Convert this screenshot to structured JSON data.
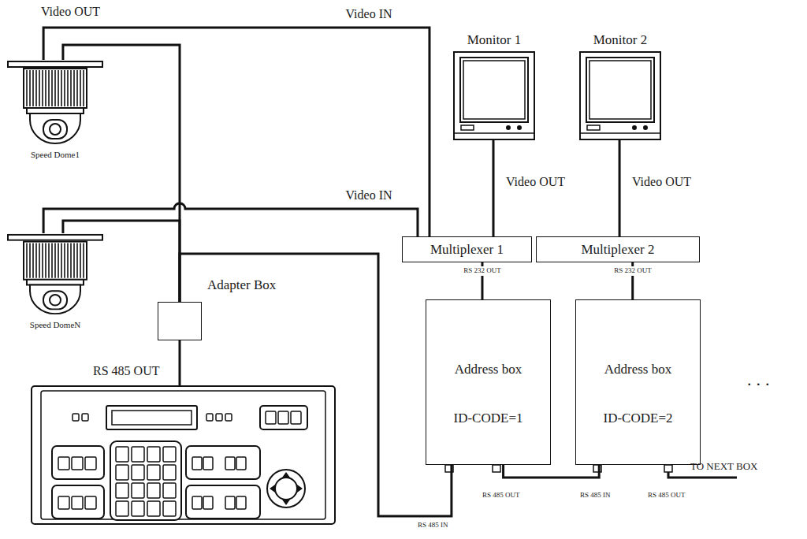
{
  "diagram": {
    "nodes": [
      {
        "text": [
          "Speed Dome1"
        ]
      },
      {
        "text": [
          "Speed DomeN"
        ]
      },
      {
        "text": [
          "Monitor 1"
        ]
      },
      {
        "text": [
          "Monitor 2"
        ]
      },
      {
        "text": [
          "Multiplexer 1"
        ]
      },
      {
        "text": [
          "Multiplexer 2"
        ]
      },
      {
        "text": [
          "Address box",
          "ID-CODE=1"
        ]
      },
      {
        "text": [
          "Address box",
          "ID-CODE=2"
        ]
      },
      {
        "text": [
          "Adapter Box"
        ]
      }
    ],
    "edges": [
      {
        "from": 8,
        "to": 0,
        "arrow": "none"
      },
      {
        "from": 8,
        "to": 1,
        "arrow": "none"
      },
      {
        "from": 0,
        "to": 4,
        "label": "Video IN",
        "arrow": "none"
      },
      {
        "from": 1,
        "to": 4,
        "label": "Video IN",
        "arrow": "none"
      },
      {
        "from": 4,
        "to": 2,
        "label": "Video OUT",
        "arrow": "none"
      },
      {
        "from": 5,
        "to": 3,
        "label": "Video OUT",
        "arrow": "none"
      },
      {
        "from": 4,
        "to": 6,
        "label": "RS 232 OUT",
        "arrow": "none"
      },
      {
        "from": 5,
        "to": 7,
        "label": "RS 232 OUT",
        "arrow": "none"
      },
      {
        "from": 8,
        "to": 6,
        "arrow": "none"
      },
      {
        "from": 6,
        "to": 7,
        "arrow": "none"
      }
    ],
    "labels": [
      "Video OUT",
      "RS 485 OUT",
      "RS 485 IN",
      "RS 485 OUT",
      "RS 485 IN",
      "RS 485 OUT",
      "TO NEXT BOX",
      "..."
    ]
  }
}
